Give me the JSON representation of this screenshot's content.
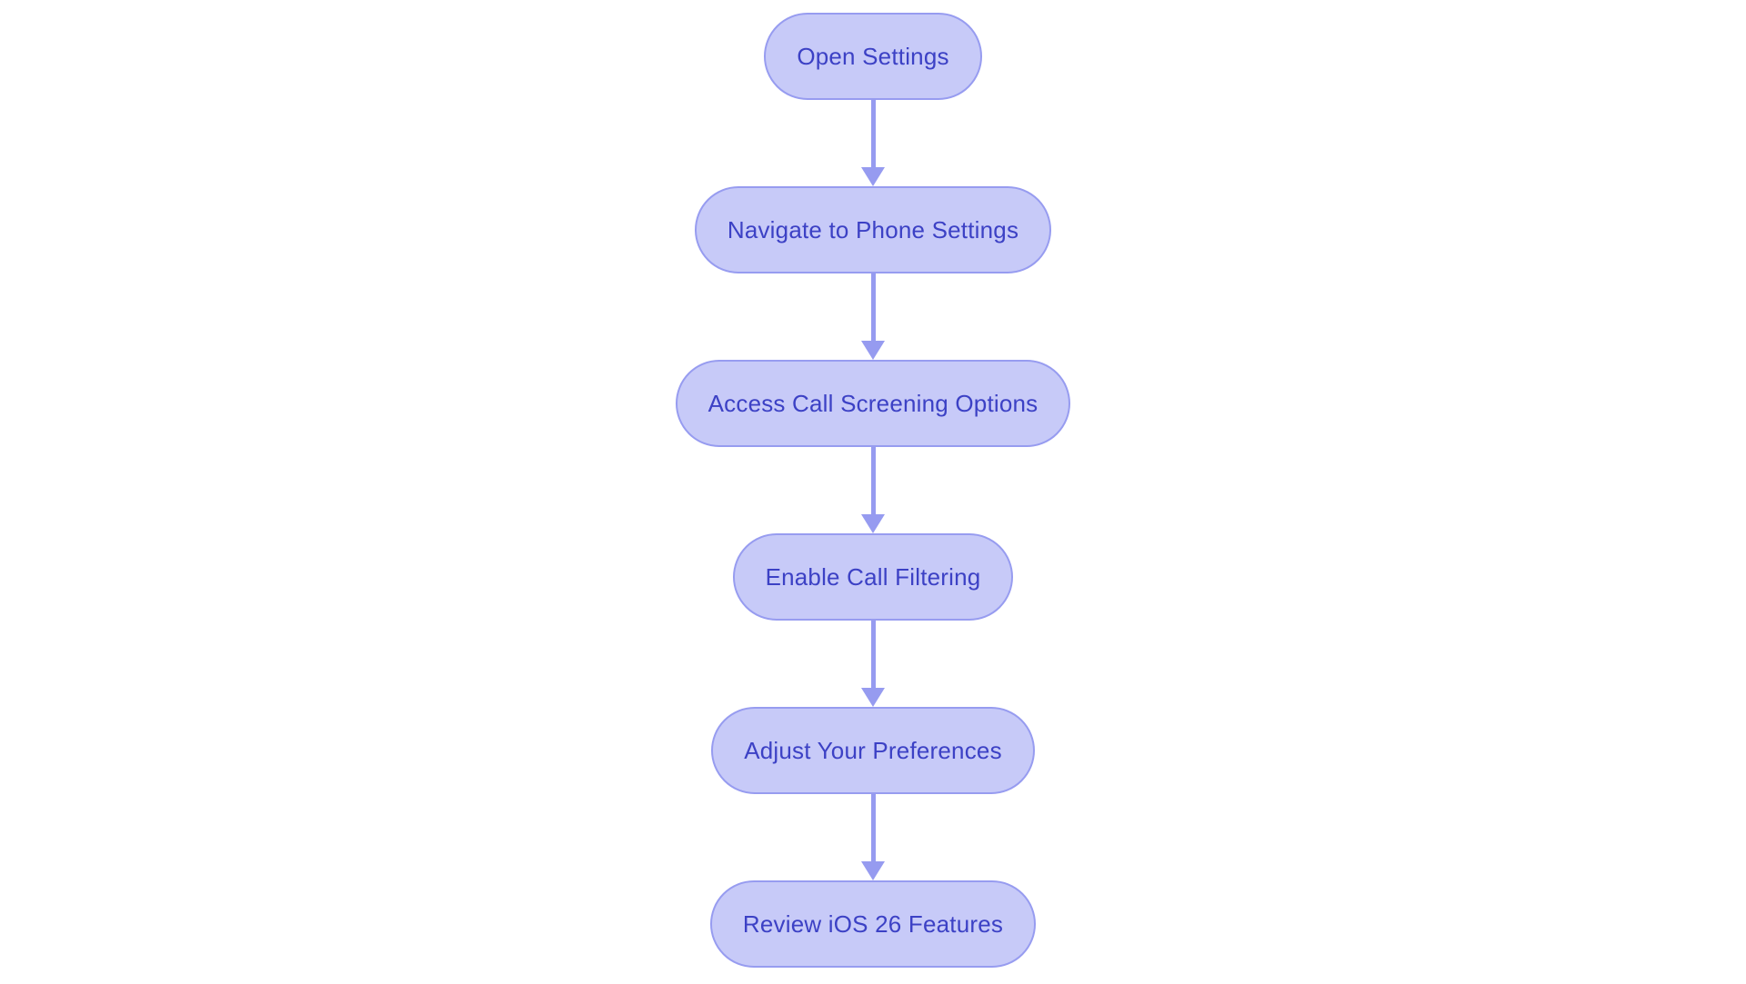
{
  "canvas": {
    "background": "#ffffff"
  },
  "flowchart": {
    "type": "flow",
    "direction": "top-to-bottom",
    "colors": {
      "node_fill": "#c7caf8",
      "node_border": "#979cf0",
      "text": "#3c41c5",
      "arrow": "#969bf0"
    },
    "nodes": [
      {
        "label": "Open Settings"
      },
      {
        "label": "Navigate to Phone Settings"
      },
      {
        "label": "Access Call Screening Options"
      },
      {
        "label": "Enable Call Filtering"
      },
      {
        "label": "Adjust Your Preferences"
      },
      {
        "label": "Review iOS 26 Features"
      }
    ]
  }
}
